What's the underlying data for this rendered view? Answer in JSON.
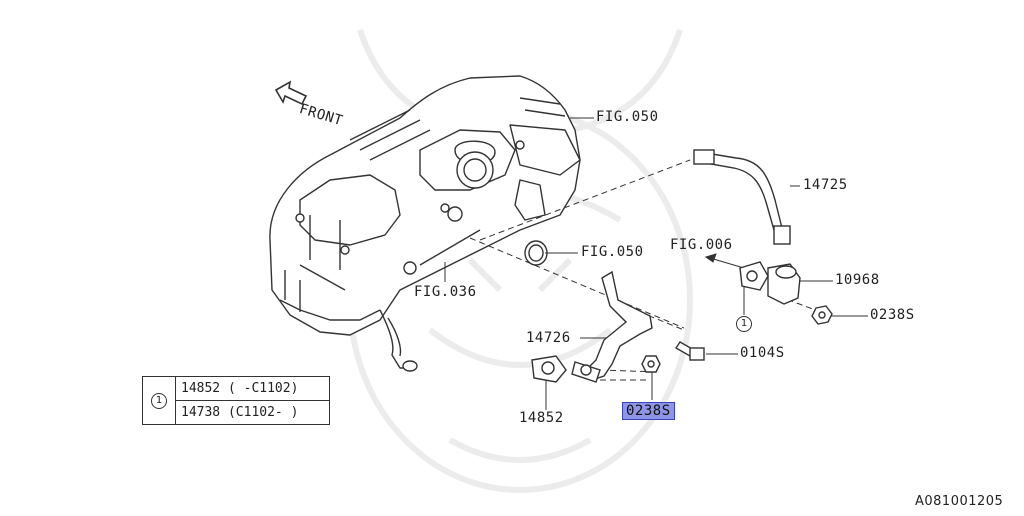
{
  "diagram": {
    "front_label": "FRONT",
    "callouts": {
      "fig050_top": "FIG.050",
      "fig050_mid": "FIG.050",
      "fig036": "FIG.036",
      "fig006": "FIG.006",
      "p14725": "14725",
      "p10968": "10968",
      "p0238s_right": "0238S",
      "p0104s": "0104S",
      "p14726": "14726",
      "p14852": "14852",
      "p0238s_highlight": "0238S"
    },
    "circle_ref": "1",
    "legend": {
      "ref": "1",
      "row1": "14852 ( -C1102)",
      "row2": "14738 (C1102- )"
    },
    "diagram_id": "A081001205",
    "highlight_color": "#8f95e6"
  }
}
